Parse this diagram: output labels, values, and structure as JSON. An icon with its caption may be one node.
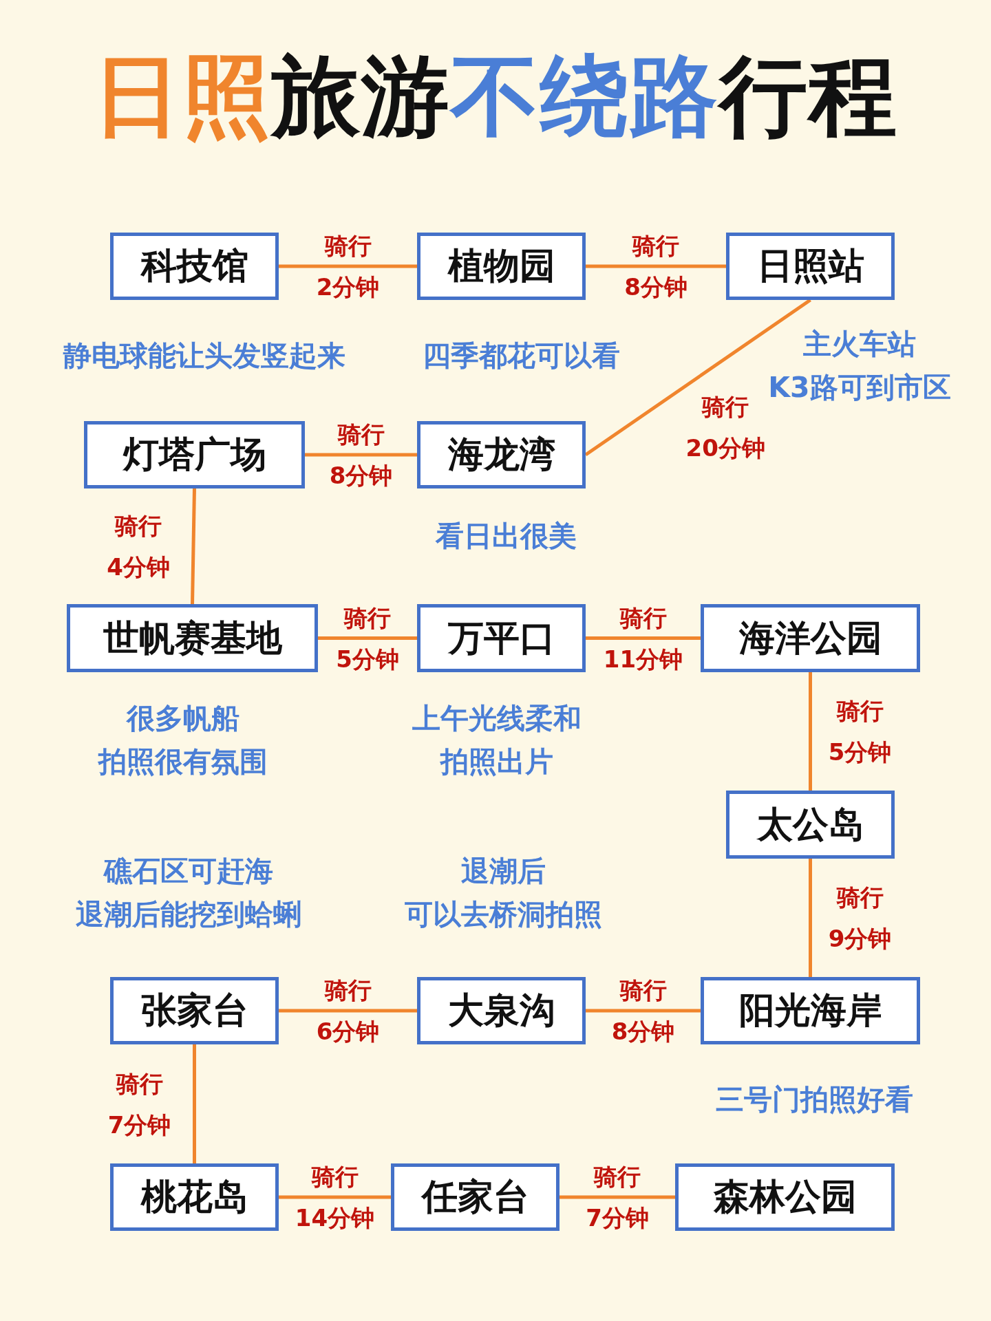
{
  "diagram": {
    "title": "日照旅游不绕路行程",
    "nodes": [
      {
        "text": [
          "科技馆"
        ]
      },
      {
        "text": [
          "植物园"
        ]
      },
      {
        "text": [
          "日照站"
        ]
      },
      {
        "text": [
          "灯塔广场"
        ]
      },
      {
        "text": [
          "海龙湾"
        ]
      },
      {
        "text": [
          "世帆赛基地"
        ]
      },
      {
        "text": [
          "万平口"
        ]
      },
      {
        "text": [
          "海洋公园"
        ]
      },
      {
        "text": [
          "太公岛"
        ]
      },
      {
        "text": [
          "张家台"
        ]
      },
      {
        "text": [
          "大泉沟"
        ]
      },
      {
        "text": [
          "阳光海岸"
        ]
      },
      {
        "text": [
          "桃花岛"
        ]
      },
      {
        "text": [
          "任家台"
        ]
      },
      {
        "text": [
          "森林公园"
        ]
      }
    ],
    "edges": [
      {
        "from": 0,
        "to": 1,
        "arrow": "none",
        "label": "骑行 2分钟"
      },
      {
        "from": 1,
        "to": 2,
        "arrow": "none",
        "label": "骑行 8分钟"
      },
      {
        "from": 2,
        "to": 4,
        "arrow": "none",
        "label": "骑行 20分钟"
      },
      {
        "from": 4,
        "to": 3,
        "arrow": "none",
        "label": "骑行 8分钟"
      },
      {
        "from": 3,
        "to": 5,
        "arrow": "none",
        "label": "骑行 4分钟"
      },
      {
        "from": 5,
        "to": 6,
        "arrow": "none",
        "label": "骑行 5分钟"
      },
      {
        "from": 6,
        "to": 7,
        "arrow": "none",
        "label": "骑行 11分钟"
      },
      {
        "from": 7,
        "to": 8,
        "arrow": "none",
        "label": "骑行 5分钟"
      },
      {
        "from": 8,
        "to": 11,
        "arrow": "none",
        "label": "骑行 9分钟"
      },
      {
        "from": 11,
        "to": 10,
        "arrow": "none",
        "label": "骑行 8分钟"
      },
      {
        "from": 10,
        "to": 9,
        "arrow": "none",
        "label": "骑行 6分钟"
      },
      {
        "from": 9,
        "to": 12,
        "arrow": "none",
        "label": "骑行 7分钟"
      },
      {
        "from": 12,
        "to": 13,
        "arrow": "none",
        "label": "骑行 14分钟"
      },
      {
        "from": 13,
        "to": 14,
        "arrow": "none",
        "label": "骑行 7分钟"
      }
    ],
    "labels": [
      "静电球能让头发竖起来",
      "四季都花可以看",
      "主火车站",
      "K3路可到市区",
      "看日出很美",
      "很多帆船",
      "拍照很有氛围",
      "上午光线柔和",
      "拍照出片",
      "礁石区可赶海",
      "退潮后能挖到蛤蜊",
      "退潮后",
      "可以去桥洞拍照",
      "三号门拍照好看"
    ]
  }
}
